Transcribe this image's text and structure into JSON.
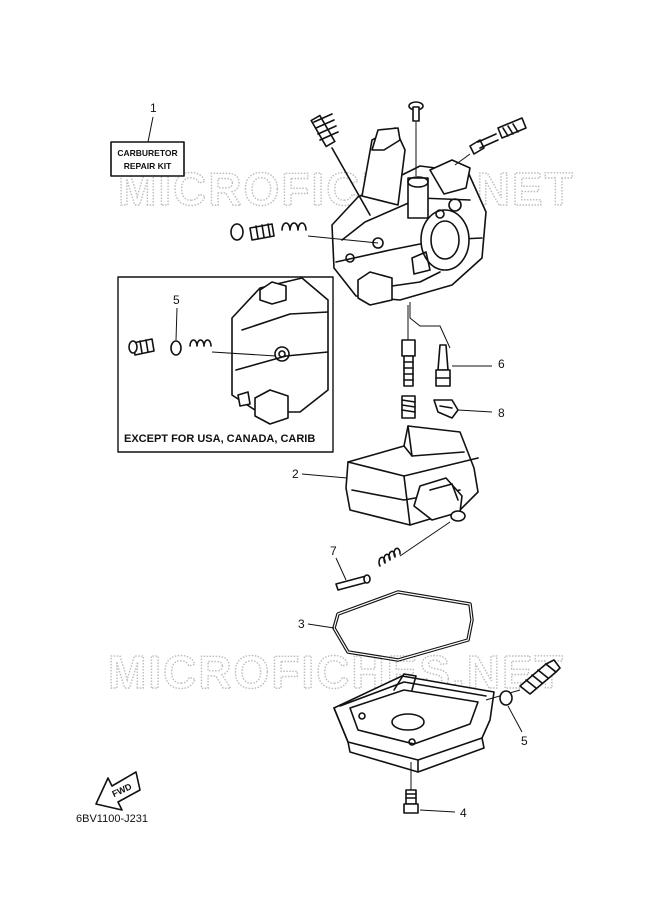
{
  "watermark": "MICROFICHES.NET",
  "repair_kit": {
    "line1": "CARBURETOR",
    "line2": "REPAIR KIT"
  },
  "inset_note": "EXCEPT FOR USA, CANADA, CARIB",
  "direction_label": "FWD",
  "drawing_code": "6BV1100-J231",
  "callouts": {
    "repair_kit": "1",
    "float": "2",
    "float_chamber_gasket": "3",
    "drain_screw": "4",
    "inset_o_ring": "5",
    "bowl_o_ring": "5",
    "needle_valve": "6",
    "float_pin": "7",
    "clip": "8"
  }
}
